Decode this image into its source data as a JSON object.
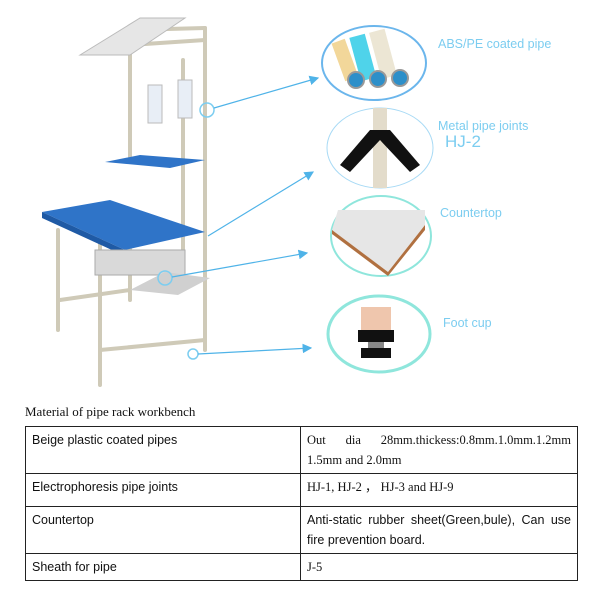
{
  "callouts": {
    "pipe": "ABS/PE coated pipe",
    "joint": "Metal pipe joints",
    "joint_model": "HJ-2",
    "countertop": "Countertop",
    "foot": "Foot cup"
  },
  "colors": {
    "callout_text": "#7ccdf0",
    "arrow": "#4fb3e8",
    "countertop": "#2f74c8",
    "pipe": "#ddd8c8"
  },
  "document": {
    "title": "Material of pipe rack workbench",
    "rows": [
      {
        "item": "Beige plastic coated pipes",
        "spec": "Out dia 28mm.thickess:0.8mm.1.0mm.1.2mm 1.5mm and 2.0mm"
      },
      {
        "item": "Electrophoresis pipe   joints",
        "spec": "HJ-1, HJ-2 ， HJ-3 and HJ-9"
      },
      {
        "item": "Countertop",
        "spec": "Anti-static rubber sheet(Green,bule), Can use fire prevention board."
      },
      {
        "item": "Sheath for pipe",
        "spec": "J-5"
      }
    ]
  }
}
